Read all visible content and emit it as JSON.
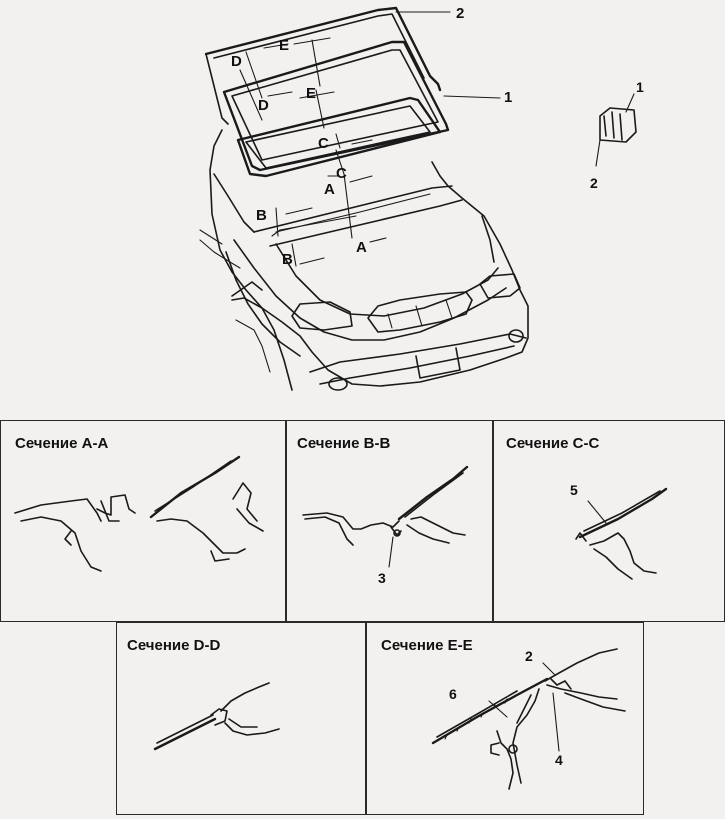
{
  "overview": {
    "callouts": {
      "windshield": "1",
      "molding": "2"
    },
    "section_marks": {
      "a": "A",
      "b": "B",
      "c": "C",
      "d": "D",
      "e": "E"
    },
    "detail_callouts": {
      "top": "1",
      "bottom": "2"
    }
  },
  "sections": {
    "aa": {
      "title": "Сечение A-A"
    },
    "bb": {
      "title": "Сечение B-B",
      "callout": "3"
    },
    "cc": {
      "title": "Сечение C-C",
      "callout": "5"
    },
    "dd": {
      "title": "Сечение D-D"
    },
    "ee": {
      "title": "Сечение E-E",
      "callouts": {
        "molding": "2",
        "clip": "4",
        "dam": "6"
      }
    }
  }
}
